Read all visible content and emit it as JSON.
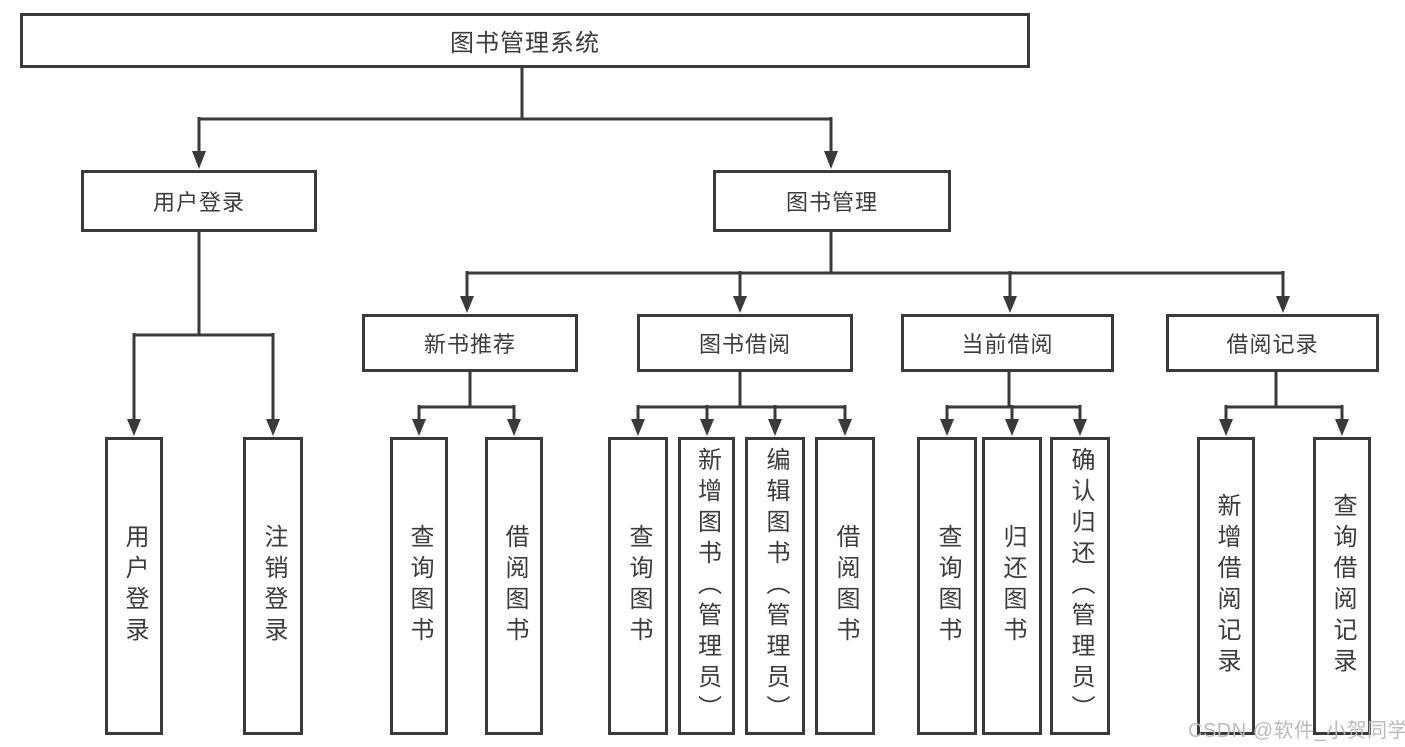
{
  "diagram": {
    "type": "tree",
    "root": {
      "label": "图书管理系统",
      "children": [
        {
          "label": "用户登录",
          "children": [
            {
              "label": "用户登录"
            },
            {
              "label": "注销登录"
            }
          ]
        },
        {
          "label": "图书管理",
          "children": [
            {
              "label": "新书推荐",
              "children": [
                {
                  "label": "查询图书"
                },
                {
                  "label": "借阅图书"
                }
              ]
            },
            {
              "label": "图书借阅",
              "children": [
                {
                  "label": "查询图书"
                },
                {
                  "label": "新增图书（管理员）"
                },
                {
                  "label": "编辑图书（管理员）"
                },
                {
                  "label": "借阅图书"
                }
              ]
            },
            {
              "label": "当前借阅",
              "children": [
                {
                  "label": "查询图书"
                },
                {
                  "label": "归还图书"
                },
                {
                  "label": "确认归还（管理员）"
                }
              ]
            },
            {
              "label": "借阅记录",
              "children": [
                {
                  "label": "新增借阅记录"
                },
                {
                  "label": "查询借阅记录"
                }
              ]
            }
          ]
        }
      ]
    }
  },
  "watermark": {
    "text": "CSDN @软件_小贺同学"
  },
  "colors": {
    "background": "#ffffff",
    "line": "#3a3a3a",
    "text": "#3c3c3c",
    "watermark": "#b8b8b8"
  }
}
